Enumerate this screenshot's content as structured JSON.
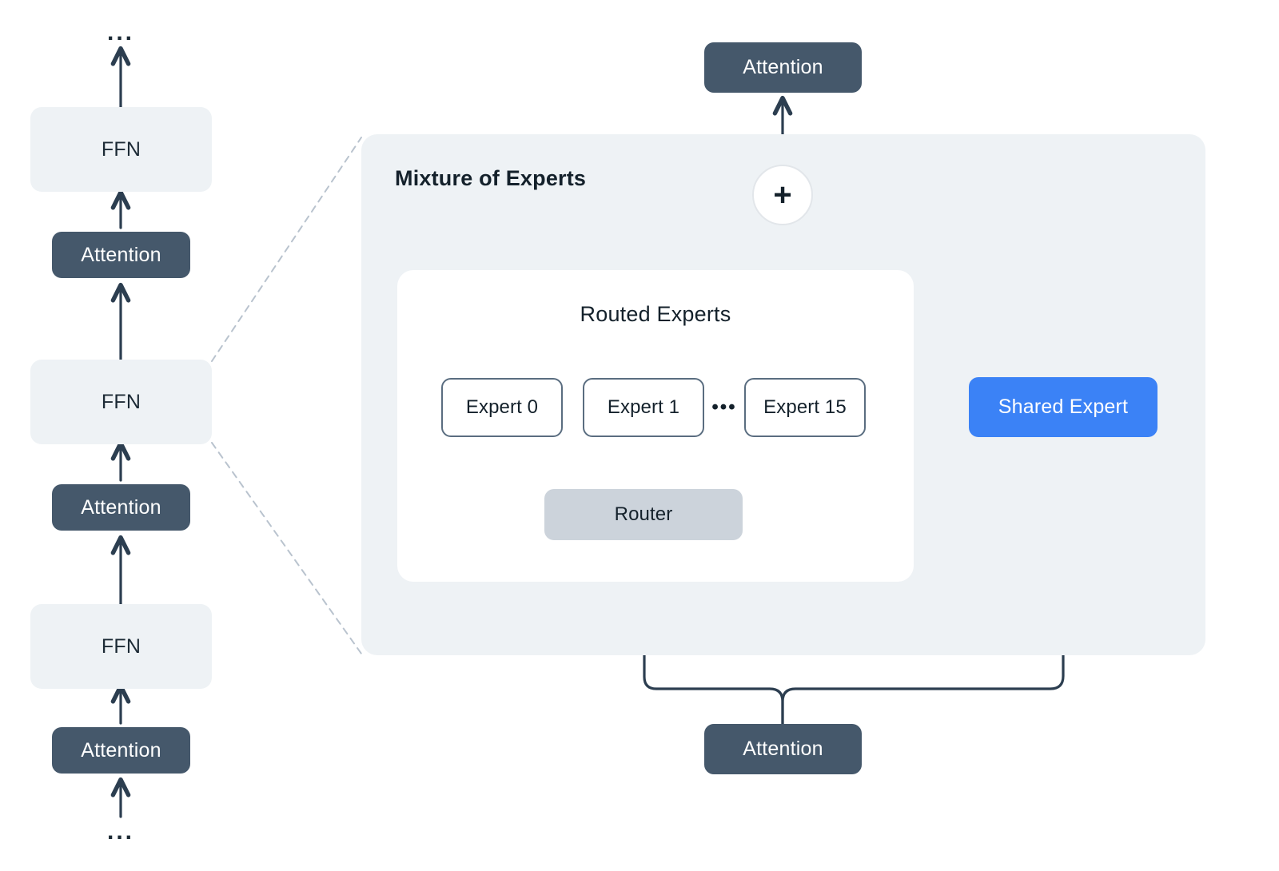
{
  "diagram": {
    "title_moe": "Mixture of Experts",
    "title_routed": "Routed Experts",
    "colors": {
      "attention_fill": "#45586b",
      "ffn_fill": "#eef2f5",
      "panel_fill": "#eef2f5",
      "routed_panel_fill": "#ffffff",
      "router_fill": "#ccd3db",
      "shared_expert_fill": "#3b82f6",
      "stroke": "#2c3e50",
      "dashed_stroke": "#b9c3ce",
      "text_dark": "#14212b",
      "text_light": "#ffffff"
    }
  },
  "left_stack": {
    "top_ellipsis": "...",
    "bottom_ellipsis": "...",
    "blocks": [
      {
        "label": "FFN",
        "kind": "ffn"
      },
      {
        "label": "Attention",
        "kind": "attention"
      },
      {
        "label": "FFN",
        "kind": "ffn"
      },
      {
        "label": "Attention",
        "kind": "attention"
      },
      {
        "label": "FFN",
        "kind": "ffn"
      },
      {
        "label": "Attention",
        "kind": "attention"
      }
    ]
  },
  "moe": {
    "output_attention_label": "Attention",
    "input_attention_label": "Attention",
    "adder_symbol": "+",
    "router_label": "Router",
    "shared_expert_label": "Shared Expert",
    "experts": [
      {
        "label": "Expert 0"
      },
      {
        "label": "Expert 1"
      },
      {
        "label": "Expert 15"
      }
    ],
    "expert_ellipsis": "•••"
  }
}
